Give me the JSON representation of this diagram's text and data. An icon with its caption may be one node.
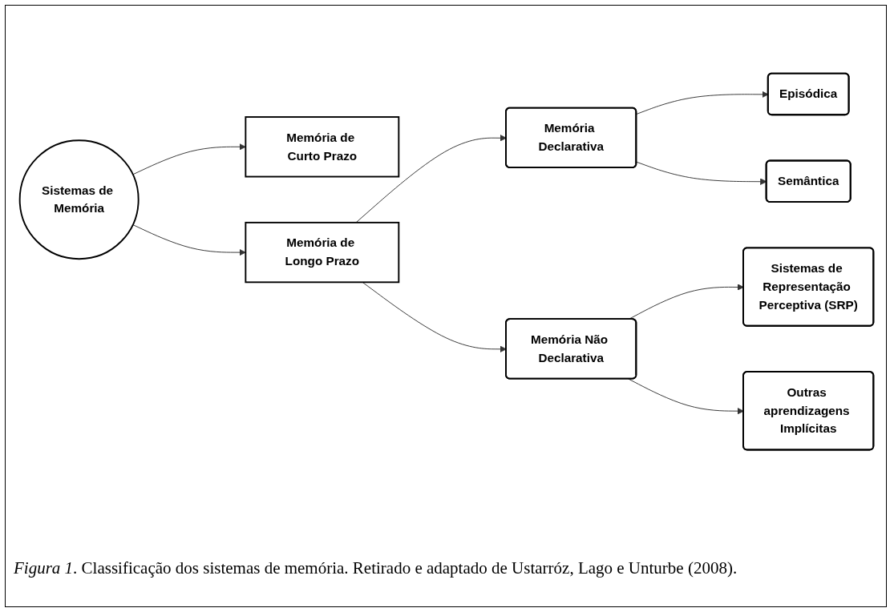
{
  "diagram": {
    "caption": "*Figura 1*. Classificação dos sistemas de memória. Retirado e adaptado de Ustarróz, Lago e Unturbe (2008).",
    "nodes": [
      {
        "text": [
          "Sistemas de Memória"
        ]
      },
      {
        "text": [
          "Memória de Curto Prazo"
        ]
      },
      {
        "text": [
          "Memória de Longo Prazo"
        ]
      },
      {
        "text": [
          "Memória Declarativa"
        ]
      },
      {
        "text": [
          "Memória Não Declarativa"
        ]
      },
      {
        "text": [
          "Episódica"
        ]
      },
      {
        "text": [
          "Semântica"
        ]
      },
      {
        "text": [
          "Sistemas de Representação Perceptiva (SRP)"
        ]
      },
      {
        "text": [
          "Outras aprendizagens Implícitas"
        ]
      }
    ],
    "edges": [
      {
        "from": 0,
        "to": 1,
        "arrow": "to"
      },
      {
        "from": 0,
        "to": 2,
        "arrow": "to"
      },
      {
        "from": 2,
        "to": 3,
        "arrow": "to"
      },
      {
        "from": 2,
        "to": 4,
        "arrow": "to"
      },
      {
        "from": 3,
        "to": 5,
        "arrow": "to"
      },
      {
        "from": 3,
        "to": 6,
        "arrow": "to"
      },
      {
        "from": 4,
        "to": 7,
        "arrow": "to"
      },
      {
        "from": 4,
        "to": 8,
        "arrow": "to"
      }
    ]
  }
}
